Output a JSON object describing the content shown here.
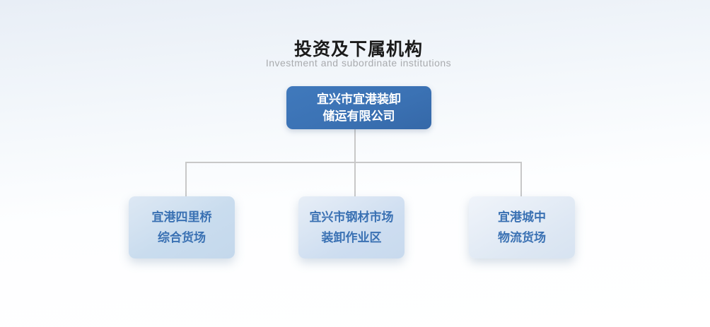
{
  "page": {
    "title": "投资及下属机构",
    "subtitle": "Investment and subordinate institutions"
  },
  "org_chart": {
    "root": {
      "name": "宜兴市宜港装卸储运有限公司",
      "lines": [
        "宜兴市宜港装卸",
        "储运有限公司"
      ]
    },
    "children": [
      {
        "name": "宜港四里桥综合货场",
        "lines": [
          "宜港四里桥",
          "综合货场"
        ]
      },
      {
        "name": "宜兴市钢材市场装卸作业区",
        "lines": [
          "宜兴市钢材市场",
          "装卸作业区"
        ]
      },
      {
        "name": "宜港城中物流货场",
        "lines": [
          "宜港城中",
          "物流货场"
        ]
      }
    ]
  },
  "colors": {
    "root_box_bg": "#3b72b4",
    "root_box_text": "#ffffff",
    "child_box_bg": "#cdddf0",
    "child_box_text": "#3a71b3",
    "connector": "#c8c8c8",
    "title_text": "#1b1b1b",
    "subtitle_text": "#a9abae",
    "background_top": "#e8eef6",
    "background_bottom": "#ffffff"
  }
}
